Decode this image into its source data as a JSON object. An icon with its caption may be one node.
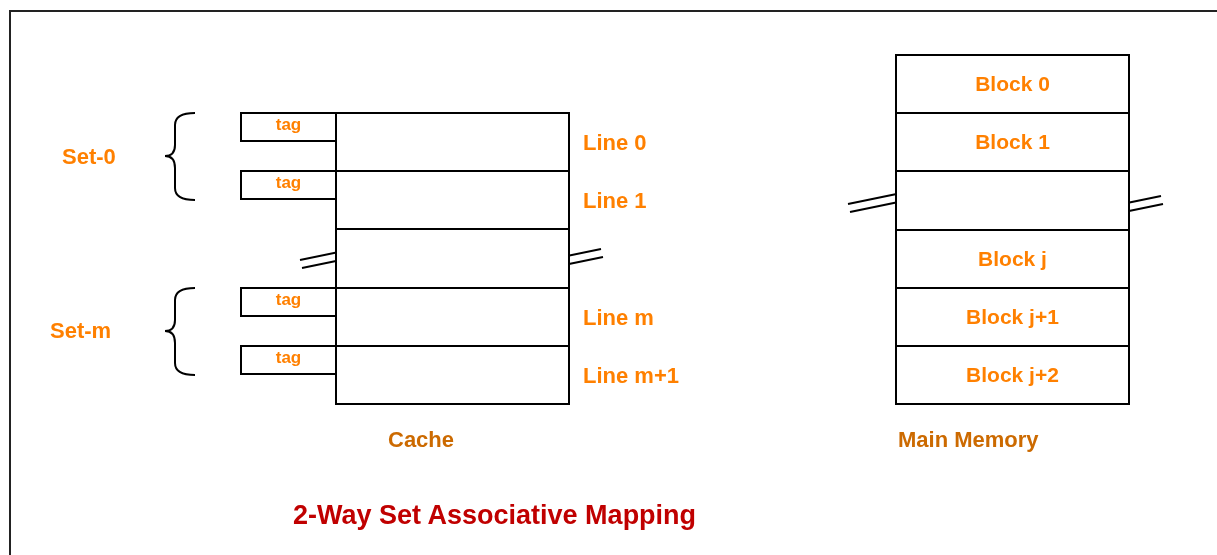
{
  "diagram": {
    "title": "2-Way Set Associative Mapping",
    "nodes": [
      {
        "text": [],
        "shape": "box",
        "beside": [
          "Line 0"
        ]
      },
      {
        "text": [],
        "shape": "box",
        "beside": [
          "Line 1"
        ]
      },
      {
        "text": [],
        "shape": "box"
      },
      {
        "text": [],
        "shape": "box",
        "beside": [
          "Line m"
        ]
      },
      {
        "text": [],
        "shape": "box",
        "beside": [
          "Line m+1"
        ]
      },
      {
        "text": [
          "tag"
        ]
      },
      {
        "text": [
          "tag"
        ]
      },
      {
        "text": [
          "tag"
        ]
      },
      {
        "text": [
          "tag"
        ]
      },
      {
        "text": [
          "Block 0"
        ]
      },
      {
        "text": [
          "Block 1"
        ]
      },
      {
        "text": [],
        "shape": "box"
      },
      {
        "text": [
          "Block j"
        ]
      },
      {
        "text": [
          "Block j+1"
        ]
      },
      {
        "text": [
          "Block j+2"
        ]
      }
    ],
    "labels": [
      "Set-0",
      "Set-m",
      "Cache",
      "Main Memory"
    ]
  }
}
